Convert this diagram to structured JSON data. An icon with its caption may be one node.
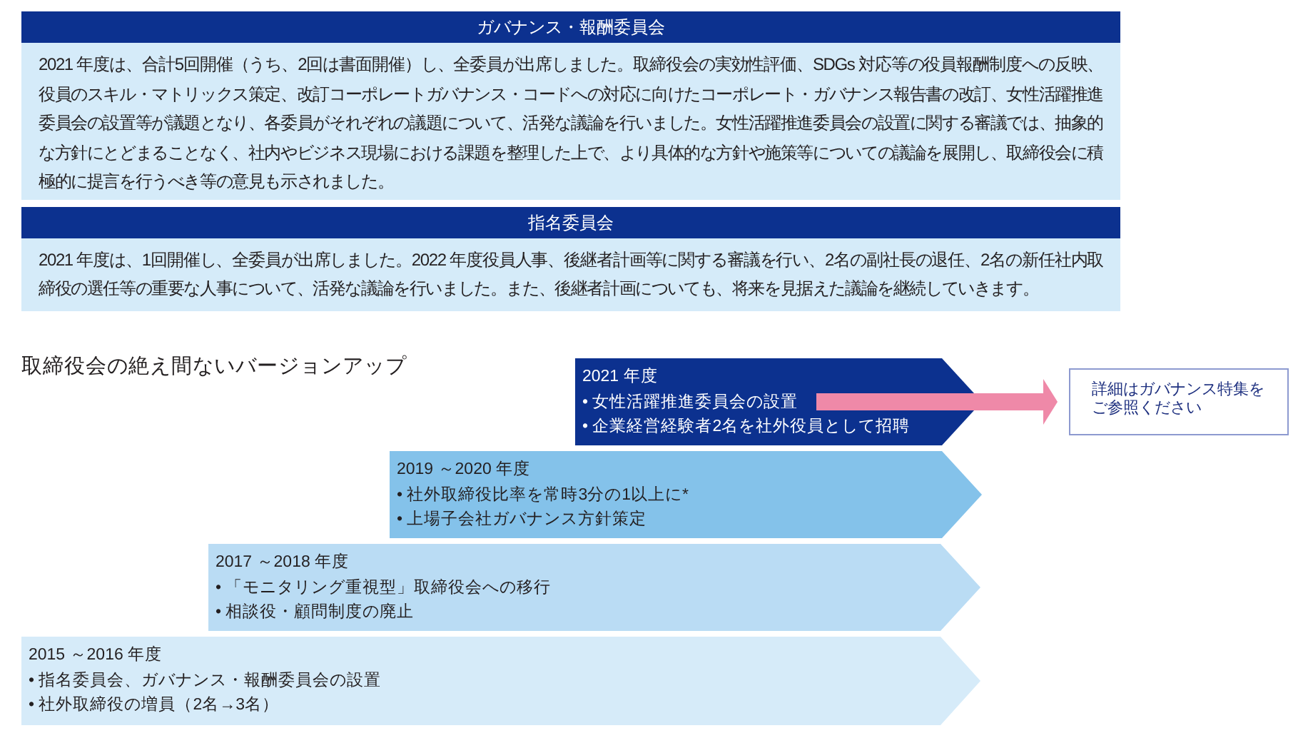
{
  "diagram": {
    "nodes": [
      {
        "text": [
          "ガバナンス・報酬委員会",
          "2021 年度は、合計5回開催（うち、2回は書面開催）し、全委員が出席しました。取締役会の実効性評価、SDGs 対応等の役員報酬制度への反映、役員のスキル・マトリックス策定、改訂コーポレートガバナンス・コードへの対応に向けたコーポレート・ガバナンス報告書の改訂、女性活躍推進委員会の設置等が議題となり、各委員がそれぞれの議題について、活発な議論を行いました。女性活躍推進委員会の設置に関する審議では、抽象的な方針にとどまることなく、社内やビジネス現場における課題を整理した上で、より具体的な方針や施策等についての議論を展開し、取締役会に積極的に提言を行うべき等の意見も示されました。"
        ]
      },
      {
        "text": [
          "指名委員会",
          "2021 年度は、1回開催し、全委員が出席しました。2022 年度役員人事、後継者計画等に関する審議を行い、2名の副社長の退任、2名の新任社内取締役の選任等の重要な人事について、活発な議論を行いました。また、後継者計画についても、将来を見据えた議論を継続していきます。"
        ]
      },
      {
        "text": [
          "2021 年度",
          "• 女性活躍推進委員会の設置",
          "• 企業経営経験者2名を社外役員として招聘"
        ]
      },
      {
        "text": [
          "詳細はガバナンス特集をご参照ください"
        ]
      },
      {
        "text": [
          "2019 ～2020 年度",
          "• 社外取締役比率を常時3分の1以上に*",
          "• 上場子会社ガバナンス方針策定"
        ]
      },
      {
        "text": [
          "2017 ～2018 年度",
          "• 「モニタリング重視型」取締役会への移行",
          "• 相談役・顧問制度の廃止"
        ]
      },
      {
        "text": [
          "2015 ～2016 年度",
          "• 指名委員会、ガバナンス・報酬委員会の設置",
          "• 社外取締役の増員（2名→3名）"
        ]
      }
    ],
    "edges": [
      {
        "from": 2,
        "to": 3,
        "arrow": "to",
        "color": "#ef89a8"
      }
    ],
    "labels": [
      "取締役会の絶え間ないバージョンアップ"
    ]
  }
}
